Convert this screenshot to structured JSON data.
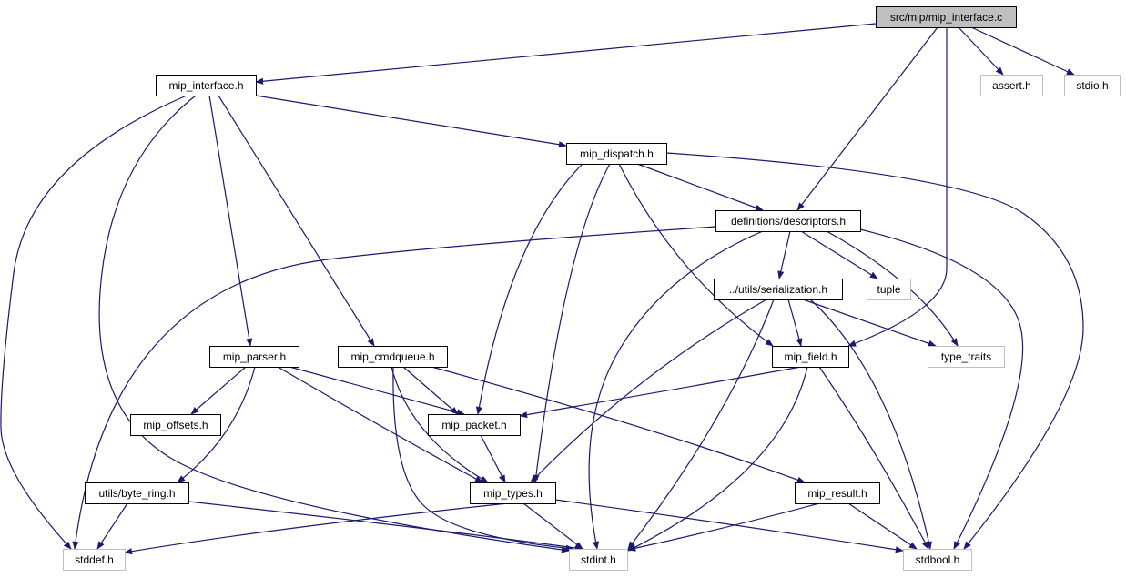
{
  "colors": {
    "edge": "#191970",
    "node_border": "#000000",
    "external_border": "#bfbfbf",
    "root_fill": "#bfbfbf",
    "node_fill": "#ffffff"
  },
  "nodes": [
    {
      "id": "mip_interface_c",
      "label": "src/mip/mip_interface.c",
      "kind": "root"
    },
    {
      "id": "mip_interface_h",
      "label": "mip_interface.h",
      "kind": "local"
    },
    {
      "id": "assert_h",
      "label": "assert.h",
      "kind": "external"
    },
    {
      "id": "stdio_h",
      "label": "stdio.h",
      "kind": "external"
    },
    {
      "id": "mip_dispatch_h",
      "label": "mip_dispatch.h",
      "kind": "local"
    },
    {
      "id": "descriptors_h",
      "label": "definitions/descriptors.h",
      "kind": "local"
    },
    {
      "id": "serialization_h",
      "label": "../utils/serialization.h",
      "kind": "local"
    },
    {
      "id": "tuple",
      "label": "tuple",
      "kind": "external"
    },
    {
      "id": "mip_parser_h",
      "label": "mip_parser.h",
      "kind": "local"
    },
    {
      "id": "mip_cmdqueue_h",
      "label": "mip_cmdqueue.h",
      "kind": "local"
    },
    {
      "id": "mip_field_h",
      "label": "mip_field.h",
      "kind": "local"
    },
    {
      "id": "type_traits",
      "label": "type_traits",
      "kind": "external"
    },
    {
      "id": "mip_offsets_h",
      "label": "mip_offsets.h",
      "kind": "local"
    },
    {
      "id": "mip_packet_h",
      "label": "mip_packet.h",
      "kind": "local"
    },
    {
      "id": "byte_ring_h",
      "label": "utils/byte_ring.h",
      "kind": "local"
    },
    {
      "id": "mip_types_h",
      "label": "mip_types.h",
      "kind": "local"
    },
    {
      "id": "mip_result_h",
      "label": "mip_result.h",
      "kind": "local"
    },
    {
      "id": "stddef_h",
      "label": "stddef.h",
      "kind": "external"
    },
    {
      "id": "stdint_h",
      "label": "stdint.h",
      "kind": "external"
    },
    {
      "id": "stdbool_h",
      "label": "stdbool.h",
      "kind": "external"
    }
  ],
  "edges": [
    [
      "mip_interface_c",
      "mip_interface_h"
    ],
    [
      "mip_interface_c",
      "assert_h"
    ],
    [
      "mip_interface_c",
      "stdio_h"
    ],
    [
      "mip_interface_c",
      "descriptors_h"
    ],
    [
      "mip_interface_c",
      "mip_field_h"
    ],
    [
      "mip_interface_h",
      "mip_dispatch_h"
    ],
    [
      "mip_interface_h",
      "mip_parser_h"
    ],
    [
      "mip_interface_h",
      "mip_cmdqueue_h"
    ],
    [
      "mip_interface_h",
      "stddef_h"
    ],
    [
      "mip_interface_h",
      "stdint_h"
    ],
    [
      "mip_dispatch_h",
      "descriptors_h"
    ],
    [
      "mip_dispatch_h",
      "mip_field_h"
    ],
    [
      "mip_dispatch_h",
      "mip_packet_h"
    ],
    [
      "mip_dispatch_h",
      "mip_types_h"
    ],
    [
      "mip_dispatch_h",
      "stdbool_h"
    ],
    [
      "descriptors_h",
      "serialization_h"
    ],
    [
      "descriptors_h",
      "tuple"
    ],
    [
      "descriptors_h",
      "type_traits"
    ],
    [
      "descriptors_h",
      "stddef_h"
    ],
    [
      "descriptors_h",
      "stdint_h"
    ],
    [
      "descriptors_h",
      "stdbool_h"
    ],
    [
      "serialization_h",
      "mip_field_h"
    ],
    [
      "serialization_h",
      "type_traits"
    ],
    [
      "serialization_h",
      "mip_types_h"
    ],
    [
      "serialization_h",
      "stdint_h"
    ],
    [
      "serialization_h",
      "stdbool_h"
    ],
    [
      "mip_parser_h",
      "mip_offsets_h"
    ],
    [
      "mip_parser_h",
      "mip_packet_h"
    ],
    [
      "mip_parser_h",
      "byte_ring_h"
    ],
    [
      "mip_parser_h",
      "mip_types_h"
    ],
    [
      "mip_cmdqueue_h",
      "mip_packet_h"
    ],
    [
      "mip_cmdqueue_h",
      "mip_types_h"
    ],
    [
      "mip_cmdqueue_h",
      "mip_result_h"
    ],
    [
      "mip_cmdqueue_h",
      "stdint_h"
    ],
    [
      "mip_field_h",
      "mip_packet_h"
    ],
    [
      "mip_field_h",
      "stdint_h"
    ],
    [
      "mip_field_h",
      "stdbool_h"
    ],
    [
      "mip_packet_h",
      "mip_types_h"
    ],
    [
      "byte_ring_h",
      "stddef_h"
    ],
    [
      "byte_ring_h",
      "stdint_h"
    ],
    [
      "mip_types_h",
      "stddef_h"
    ],
    [
      "mip_types_h",
      "stdint_h"
    ],
    [
      "mip_types_h",
      "stdbool_h"
    ],
    [
      "mip_result_h",
      "stdint_h"
    ],
    [
      "mip_result_h",
      "stdbool_h"
    ]
  ]
}
